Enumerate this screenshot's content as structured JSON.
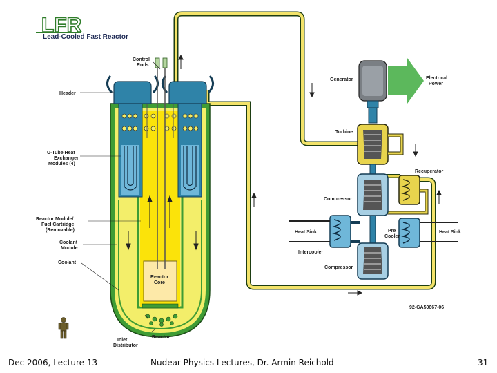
{
  "logo": {
    "letters": "LFR",
    "subtitle": "Lead-Cooled Fast Reactor"
  },
  "labels": {
    "control_rods": [
      "Control",
      "Rods"
    ],
    "header": "Header",
    "u_tube": [
      "U-Tube Heat",
      "Exchanger",
      "Modules (4)"
    ],
    "fuel_cartridge": [
      "Reactor Module/",
      "Fuel Cartridge",
      "(Removable)"
    ],
    "coolant_module": [
      "Coolant",
      "Module"
    ],
    "coolant": "Coolant",
    "reactor_core": [
      "Reactor",
      "Core"
    ],
    "inlet_distributor": [
      "Inlet",
      "Distributor"
    ],
    "reactor": "Reactor",
    "generator": "Generator",
    "electrical_power": [
      "Electrical",
      "Power"
    ],
    "turbine": "Turbine",
    "recuperator": "Recuperator",
    "compressor_top": "Compressor",
    "heat_sink_left": "Heat Sink",
    "pre_cooler": [
      "Pre",
      "Cooler"
    ],
    "heat_sink_right": "Heat Sink",
    "intercooler": "Intercooler",
    "compressor_bottom": "Compressor",
    "drawing_id": "92-GA50667-06"
  },
  "footer": {
    "left": "Dec 2006, Lecture 13",
    "center": "Nudear Physics  Lectures, Dr. Armin Reichold",
    "page": "31"
  },
  "colors": {
    "vessel_green": "#3f9c35",
    "coolant_yellow": "#f3ee6a",
    "core_yellow": "#fbe30a",
    "header_blue": "#2f83a8",
    "pipe_yellow": "#e8d44d",
    "heat_sink_blue": "#6fb7d9",
    "power_arrow_green": "#5cb85c"
  }
}
